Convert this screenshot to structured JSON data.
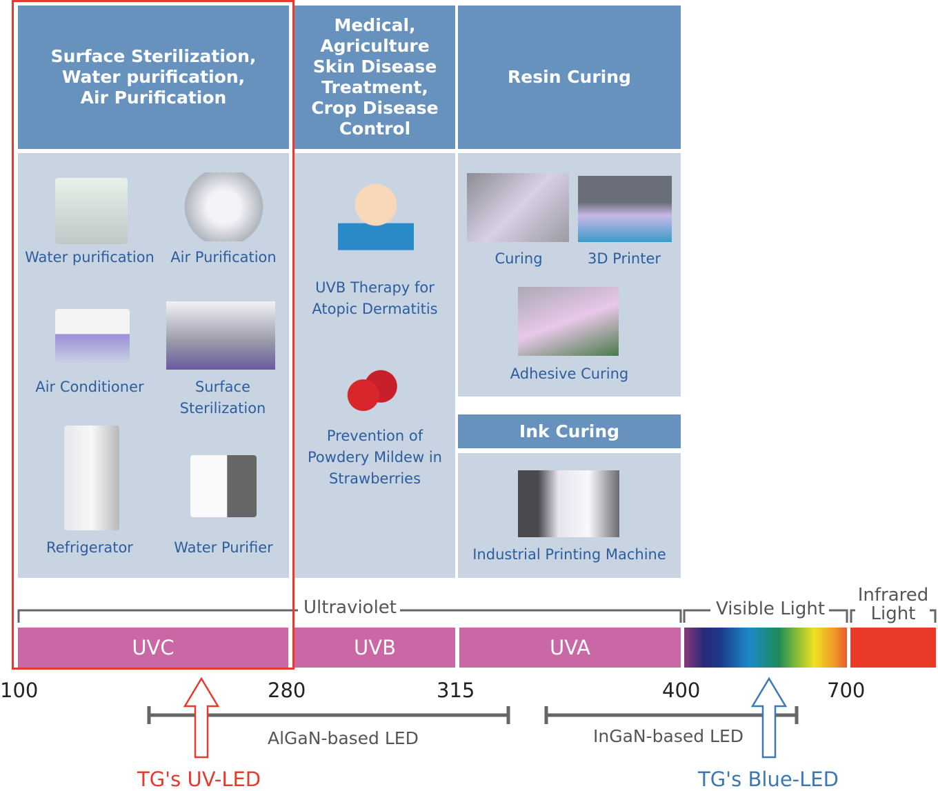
{
  "headers": {
    "uvc": "Surface Sterilization, Water purification, Air Purification",
    "uvb": "Medical, Agriculture Skin Disease Treatment, Crop Disease Control",
    "uva": "Resin Curing",
    "ink": "Ink Curing"
  },
  "uvc_items": [
    "Water purification",
    "Air Purification",
    "Air Conditioner",
    "Surface Sterilization",
    "Refrigerator",
    "Water Purifier"
  ],
  "uvb_items": [
    "UVB Therapy for Atopic Dermatitis",
    "Prevention of Powdery Mildew in Strawberries"
  ],
  "uva_items": [
    "Curing",
    "3D Printer",
    "Adhesive Curing"
  ],
  "ink_items": [
    "Industrial Printing Machine"
  ],
  "spectrum": {
    "ultraviolet": "Ultraviolet",
    "visible": "Visible Light",
    "infrared": "Infrared Light",
    "bands": [
      "UVC",
      "UVB",
      "UVA"
    ],
    "ticks": [
      "100",
      "280",
      "315",
      "400",
      "700"
    ]
  },
  "led": {
    "algan": "AlGaN-based LED",
    "ingan": "InGaN-based LED",
    "uv_led": "TG's UV-LED",
    "blue_led": "TG's Blue-LED"
  },
  "colors": {
    "header": "#6692bd",
    "panel": "#c9d4e3",
    "band": "#c968a4",
    "highlight": "#e8392d",
    "blue_led": "#3a78b5"
  }
}
